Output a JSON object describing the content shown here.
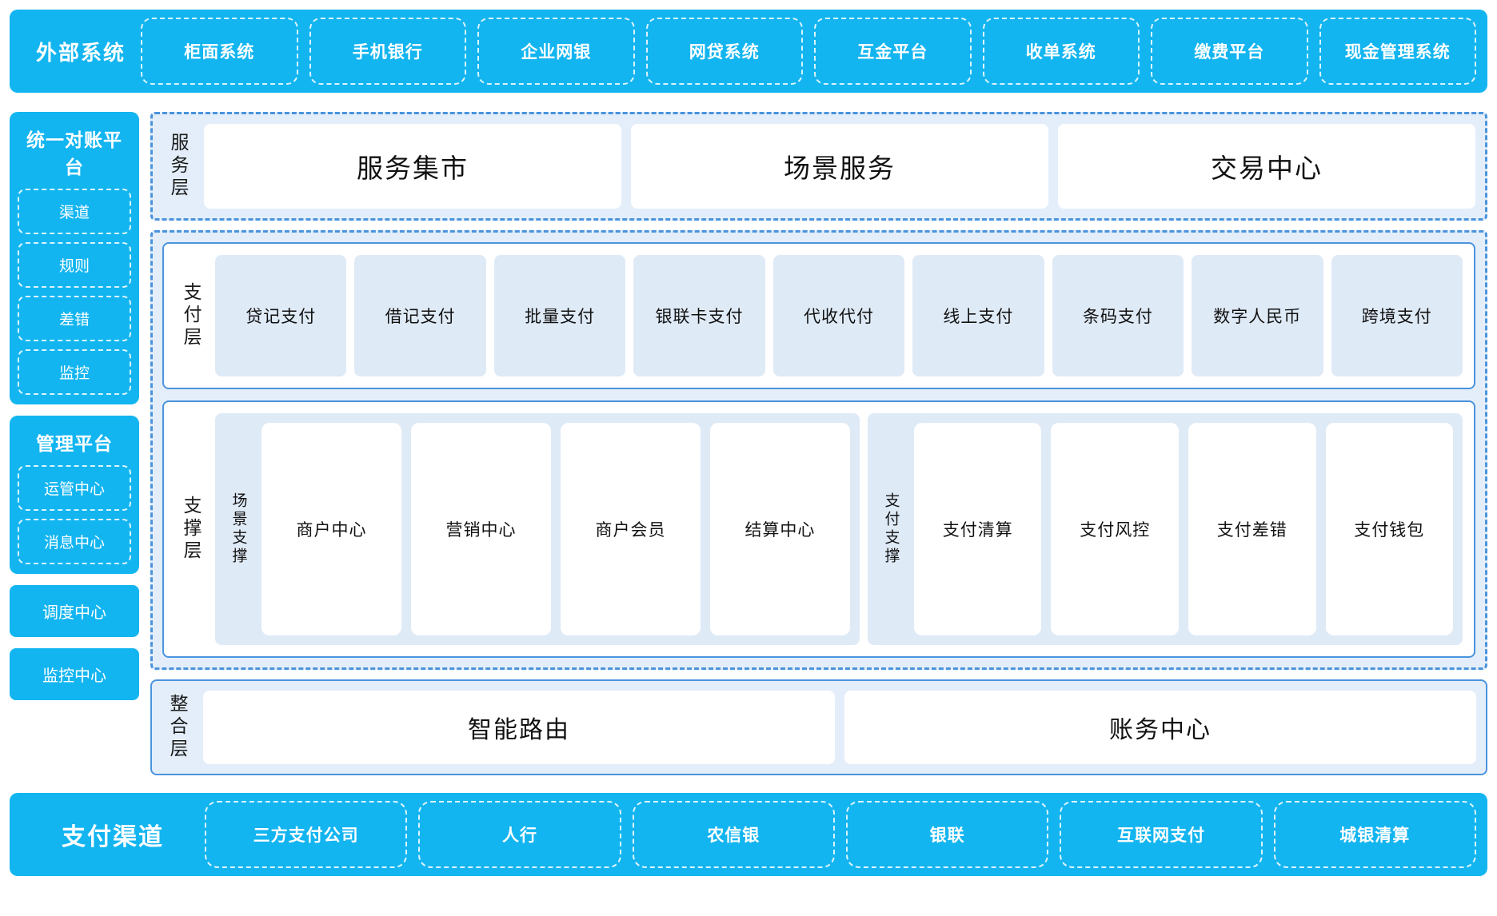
{
  "external": {
    "title": "外部系统",
    "items": [
      "柜面系统",
      "手机银行",
      "企业网银",
      "网贷系统",
      "互金平台",
      "收单系统",
      "缴费平台",
      "现金管理系统"
    ]
  },
  "left": {
    "reconciliation": {
      "title": "统一对账平台",
      "items": [
        "渠道",
        "规则",
        "差错",
        "监控"
      ]
    },
    "management": {
      "title": "管理平台",
      "items": [
        "运管中心",
        "消息中心"
      ]
    },
    "standalone": [
      "调度中心",
      "监控中心"
    ]
  },
  "service_layer": {
    "label": "服务层",
    "items": [
      "服务集市",
      "场景服务",
      "交易中心"
    ]
  },
  "payment_layer": {
    "label": "支付层",
    "items": [
      "贷记支付",
      "借记支付",
      "批量支付",
      "银联卡支付",
      "代收代付",
      "线上支付",
      "条码支付",
      "数字人民币",
      "跨境支付"
    ]
  },
  "support_layer": {
    "label": "支撑层",
    "groups": [
      {
        "label": "场景支撑",
        "items": [
          "商户中心",
          "营销中心",
          "商户会员",
          "结算中心"
        ]
      },
      {
        "label": "支付支撑",
        "items": [
          "支付清算",
          "支付风控",
          "支付差错",
          "支付钱包"
        ]
      }
    ]
  },
  "integration_layer": {
    "label": "整合层",
    "items": [
      "智能路由",
      "账务中心"
    ]
  },
  "channels": {
    "title": "支付渠道",
    "items": [
      "三方支付公司",
      "人行",
      "农信银",
      "银联",
      "互联网支付",
      "城银清算"
    ]
  },
  "colors": {
    "brand_blue": "#13b5f0",
    "dashed_blue": "#4a94dd",
    "panel_blue": "#e4eefb",
    "tile_blue": "#dfeaf7"
  }
}
